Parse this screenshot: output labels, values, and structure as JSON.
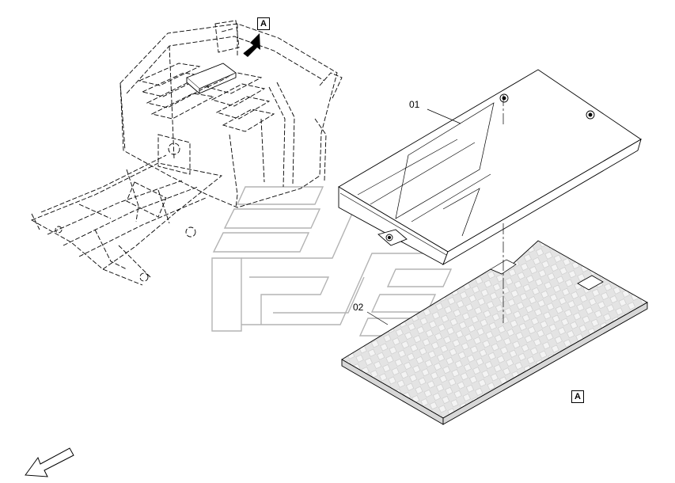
{
  "view_label_top": "A",
  "view_label_bottom": "A",
  "callouts": {
    "part_01": "01",
    "part_02": "02"
  },
  "colors": {
    "line": "#000000",
    "watermark": "#bfbfbf",
    "mat_fill": "#e6e6e6",
    "mat_pattern": "#ffffff"
  },
  "icons": {
    "view_arrow": "arrow-pointer-icon",
    "orientation_arrow": "direction-arrow-icon",
    "watermark": "manufacturer-logo-watermark"
  }
}
